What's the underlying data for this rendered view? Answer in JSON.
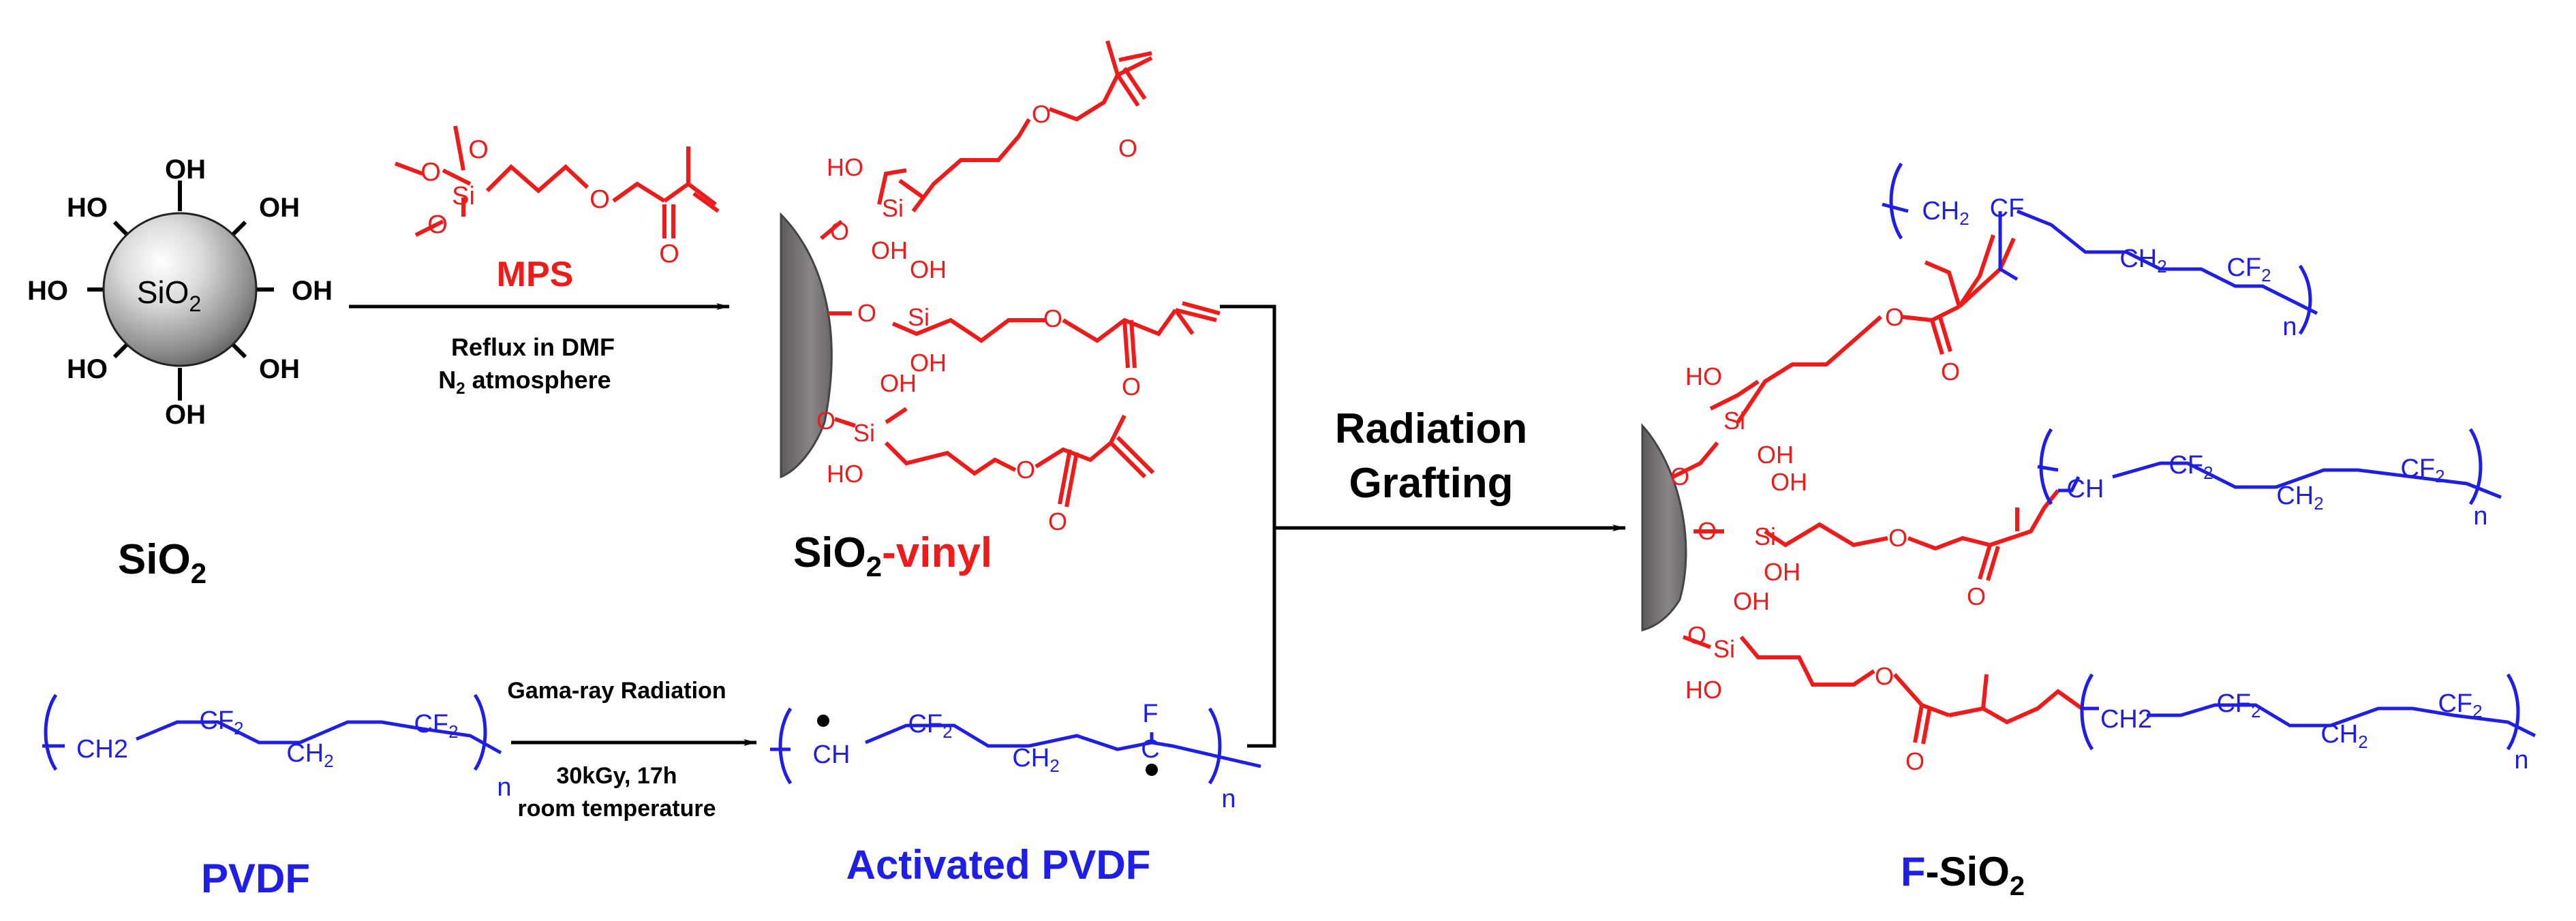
{
  "colors": {
    "black": "#000000",
    "red": "#ee1b1b",
    "blue": "#1e1ee6",
    "grey": "#7b7779"
  },
  "labels": {
    "sio2_core": "SiO",
    "sio2_core_sub": "2",
    "sio2_title": "SiO",
    "sio2_title_sub": "2",
    "mps": "MPS",
    "reflux_line1": "Reflux in DMF",
    "n2_prefix": "N",
    "n2_sub": "2",
    "n2_rest": " atmosphere",
    "sio2vinyl_prefix": "SiO",
    "sio2vinyl_sub": "2",
    "sio2vinyl_suffix": "-vinyl",
    "radiation_line1": "Radiation",
    "radiation_line2": "Grafting",
    "gamma_line1": "Gama-ray Radiation",
    "gamma_line2": "30kGy, 17h",
    "gamma_line3": "room temperature",
    "pvdf": "PVDF",
    "activated_pvdf": "Activated PVDF",
    "fsio2_prefix": "F",
    "fsio2_mid": "-SiO",
    "fsio2_sub": "2"
  },
  "atoms": {
    "OH": "OH",
    "HO": "HO",
    "O": "O",
    "Si": "Si",
    "CH2": "CH2",
    "CH": "CH",
    "CF": "CF",
    "CF2": "CF2",
    "F": "F",
    "C": "C",
    "n": "n",
    "CH_main": "CH",
    "CF_main": "CF",
    "sub2": "2"
  }
}
